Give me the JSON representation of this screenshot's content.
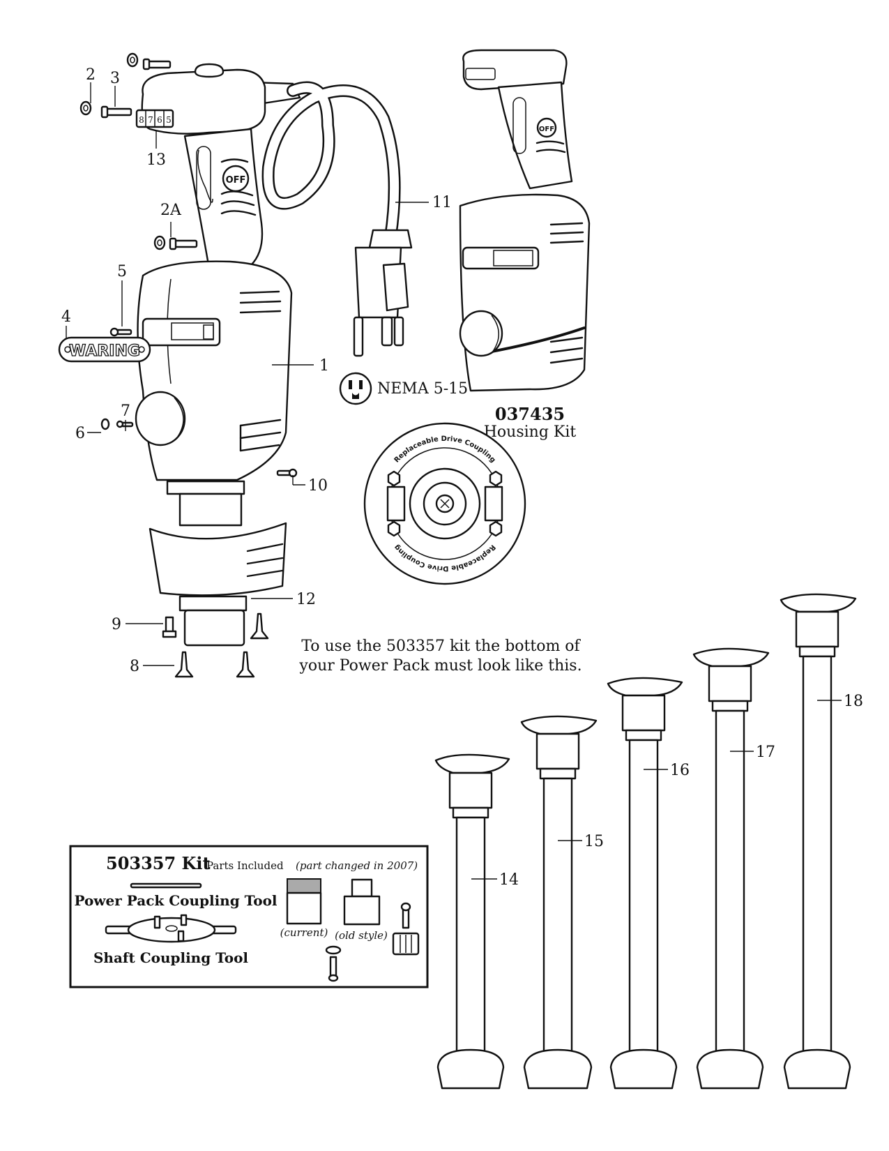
{
  "callouts": {
    "c1": "1",
    "c2": "2",
    "c2a": "2A",
    "c3": "3",
    "c4": "4",
    "c5": "5",
    "c6": "6",
    "c7": "7",
    "c8": "8",
    "c9": "9",
    "c10": "10",
    "c11": "11",
    "c12": "12",
    "c13": "13",
    "c14": "14",
    "c15": "15",
    "c16": "16",
    "c17": "17",
    "c18": "18"
  },
  "speed_dial": [
    "8",
    "7",
    "6",
    "5"
  ],
  "switch_label": "OFF",
  "brand_logo": "WARING",
  "nema": "NEMA 5-15",
  "housing_kit": {
    "part_number": "037435",
    "label": "Housing Kit"
  },
  "coupling": {
    "ring_text_top": "Replaceable Drive Coupling",
    "ring_text_bottom": "Replaceable Drive Coupling",
    "caption_line1": "To use the 503357 kit the bottom of",
    "caption_line2": "your Power Pack must look like this."
  },
  "kit": {
    "title": "503357 Kit",
    "parts_included": "Parts Included",
    "note": "(part changed in 2007)",
    "power_pack_tool": "Power Pack Coupling Tool",
    "shaft_tool": "Shaft Coupling Tool",
    "current": "(current)",
    "old_style": "(old style)"
  }
}
